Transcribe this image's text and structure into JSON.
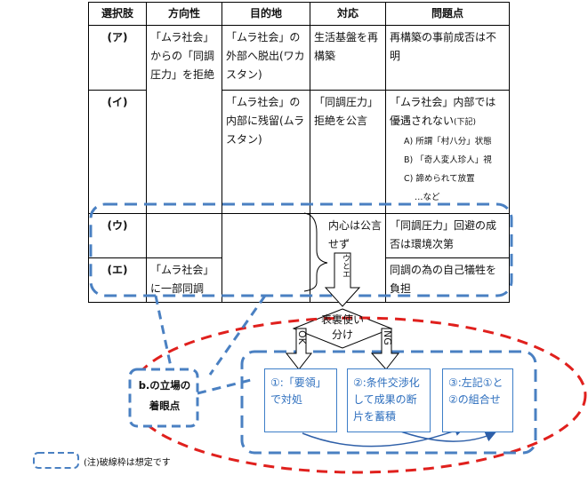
{
  "table": {
    "headers": [
      "選択肢",
      "方向性",
      "目的地",
      "対応",
      "問題点"
    ],
    "rows": [
      {
        "choice": "(ア)",
        "direction": "「ムラ社会」からの「同調圧力」を拒絶",
        "destination": "「ムラ社会」の外部へ脱出(ワカスタン)",
        "response": "生活基盤を再構築",
        "problem": "再構築の事前成否は不明"
      },
      {
        "choice": "(イ)",
        "direction": "",
        "destination": "「ムラ社会」の内部に残留(ムラスタン)",
        "response": "「同調圧力」拒絶を公言",
        "problem": "「ムラ社会」内部では優遇されない",
        "problem_note": "(下記)",
        "sub_items": [
          "A) 所謂「村八分」状態",
          "B) 「奇人変人珍人」視",
          "C) 諦められて放置"
        ],
        "sub_more": "…など"
      },
      {
        "choice": "(ウ)",
        "direction": "",
        "destination": "",
        "response": "内心は公言せず",
        "problem": "「同調圧力」回避の成否は環境次第"
      },
      {
        "choice": "(エ)",
        "direction": "「ムラ社会」に一部同調",
        "destination": "",
        "response": "",
        "problem": "同調の為の自己犠牲を負担"
      }
    ]
  },
  "flow": {
    "merge_label": "ウとエ",
    "decision_label": "表裏使い分け",
    "ok_label": "OK",
    "ng_label": "NG",
    "focus_label": "b.の立場の着眼点",
    "boxes": [
      {
        "text": "①:「要領」で対処"
      },
      {
        "text": "②:条件交渉化して成果の断片を蓄積"
      },
      {
        "text": "③:左記①と②の組合せ"
      }
    ]
  },
  "legend": {
    "note": "(注)破線枠は想定です"
  },
  "colors": {
    "blue": "#4a80c2",
    "red": "#e0201d",
    "box_text": "#2e6fbe"
  }
}
